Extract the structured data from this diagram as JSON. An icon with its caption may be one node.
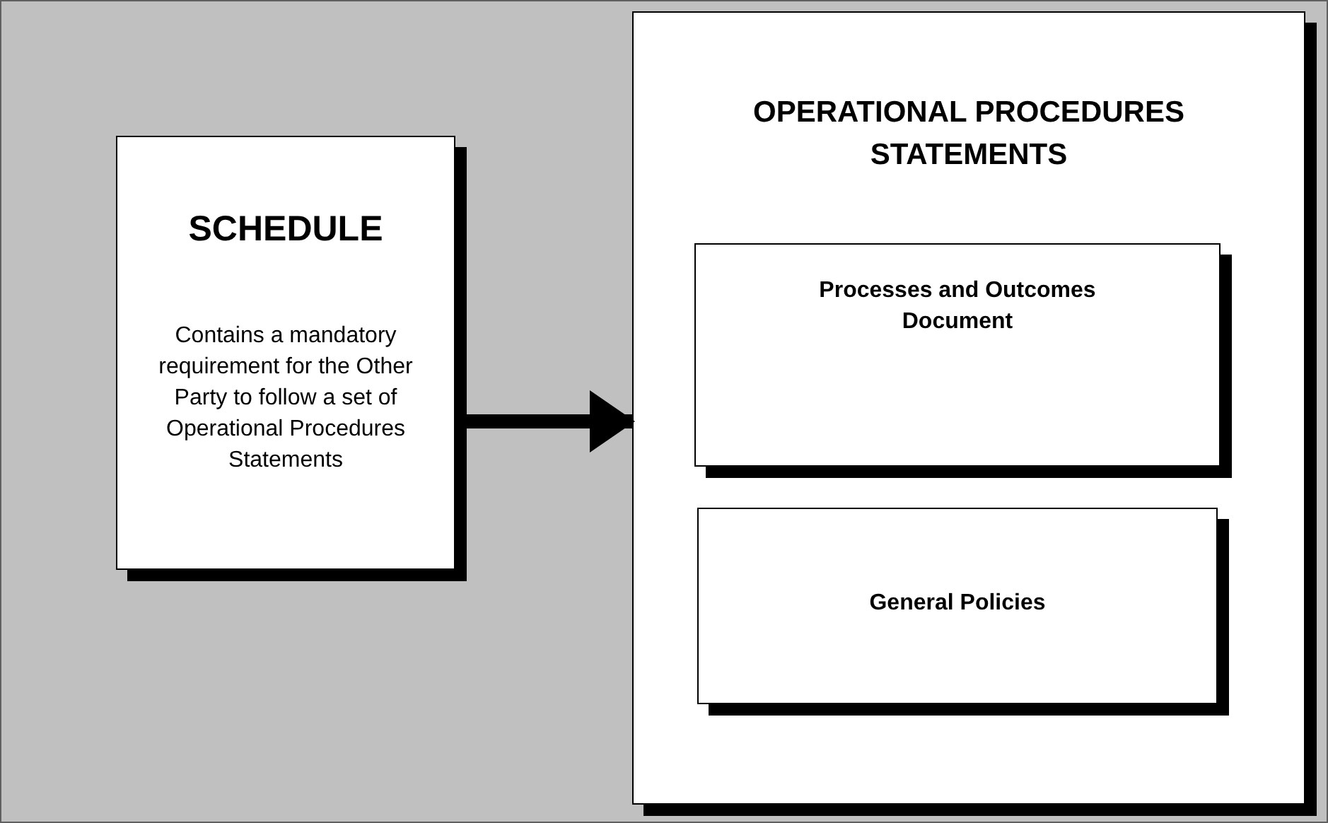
{
  "diagram": {
    "nodes": [
      {
        "text": [
          "SCHEDULE",
          "Contains a mandatory requirement for the Other Party to follow a set of Operational Procedures Statements"
        ]
      },
      {
        "text": [
          "OPERATIONAL PROCEDURES STATEMENTS"
        ]
      },
      {
        "text": [
          "Processes and Outcomes Document"
        ],
        "in": 1
      },
      {
        "text": [
          "General Policies"
        ],
        "in": 1
      }
    ],
    "edges": [
      {
        "from": 0,
        "to": 1,
        "arrow": "to"
      }
    ]
  }
}
